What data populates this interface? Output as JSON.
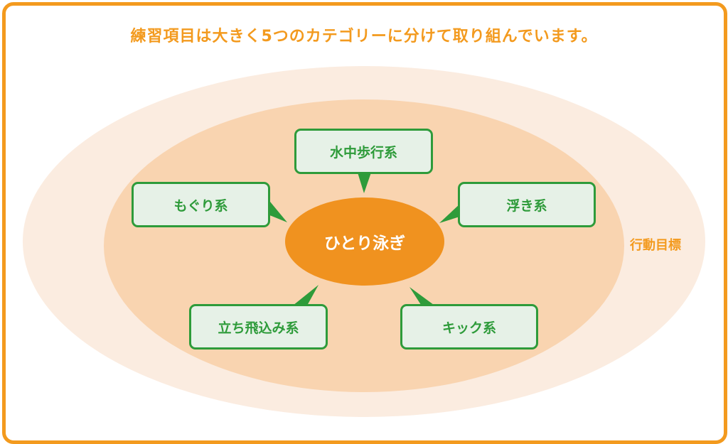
{
  "title": "練習項目は大きく5つのカテゴリーに分けて取り組んでいます。",
  "colors": {
    "accent_orange": "#f39a1e",
    "outer_ring": "#fbece0",
    "inner_ring": "#f9d4b0",
    "center_fill": "#f0921f",
    "bubble_fill": "#e6f1e7",
    "bubble_border": "#2e9b3a"
  },
  "outer_label": "行動目標",
  "center": {
    "label": "ひとり泳ぎ"
  },
  "categories": [
    {
      "id": "water-walking",
      "label": "水中歩行系"
    },
    {
      "id": "diving",
      "label": "もぐり系"
    },
    {
      "id": "floating",
      "label": "浮き系"
    },
    {
      "id": "standing-jump",
      "label": "立ち飛込み系"
    },
    {
      "id": "kick",
      "label": "キック系"
    }
  ]
}
